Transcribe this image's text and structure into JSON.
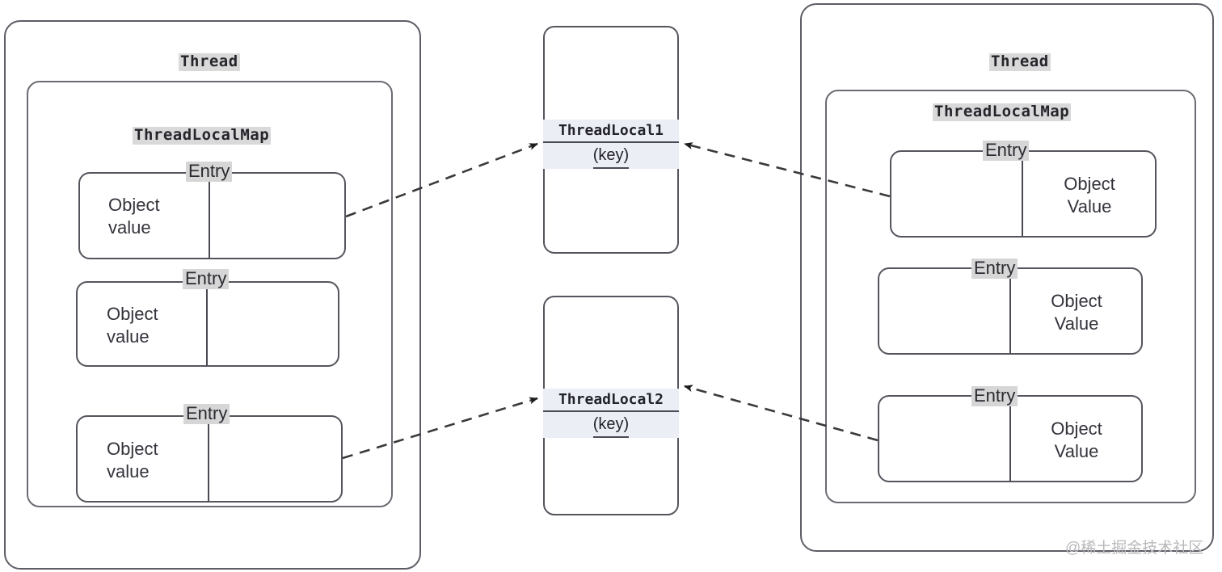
{
  "diagram": {
    "title": "ThreadLocal / ThreadLocalMap reference diagram",
    "colors": {
      "box_stroke": "#55555e",
      "outer_stroke": "#5d5d66",
      "label_highlight": "#d9d9d9",
      "text": "#2a2a31",
      "arrow": "#222222",
      "watermark": "#b9b9bd",
      "key_highlight": "#eceef6"
    }
  },
  "left_thread": {
    "thread_label": "Thread",
    "map_label": "ThreadLocalMap",
    "entries": [
      {
        "caption": "Entry",
        "value": "Object\nvalue",
        "value_side": "left"
      },
      {
        "caption": "Entry",
        "value": "Object\nvalue",
        "value_side": "left"
      },
      {
        "caption": "Entry",
        "value": "Object\nvalue",
        "value_side": "left"
      }
    ]
  },
  "right_thread": {
    "thread_label": "Thread",
    "map_label": "ThreadLocalMap",
    "entries": [
      {
        "caption": "Entry",
        "value": "Object\nValue",
        "value_side": "right"
      },
      {
        "caption": "Entry",
        "value": "Object\nValue",
        "value_side": "right"
      },
      {
        "caption": "Entry",
        "value": "Object\nValue",
        "value_side": "right"
      }
    ]
  },
  "threadlocals": [
    {
      "name": "ThreadLocal1",
      "role": "(key)"
    },
    {
      "name": "ThreadLocal2",
      "role": "(key)"
    }
  ],
  "watermark": {
    "text": "@稀土掘金技术社区"
  }
}
